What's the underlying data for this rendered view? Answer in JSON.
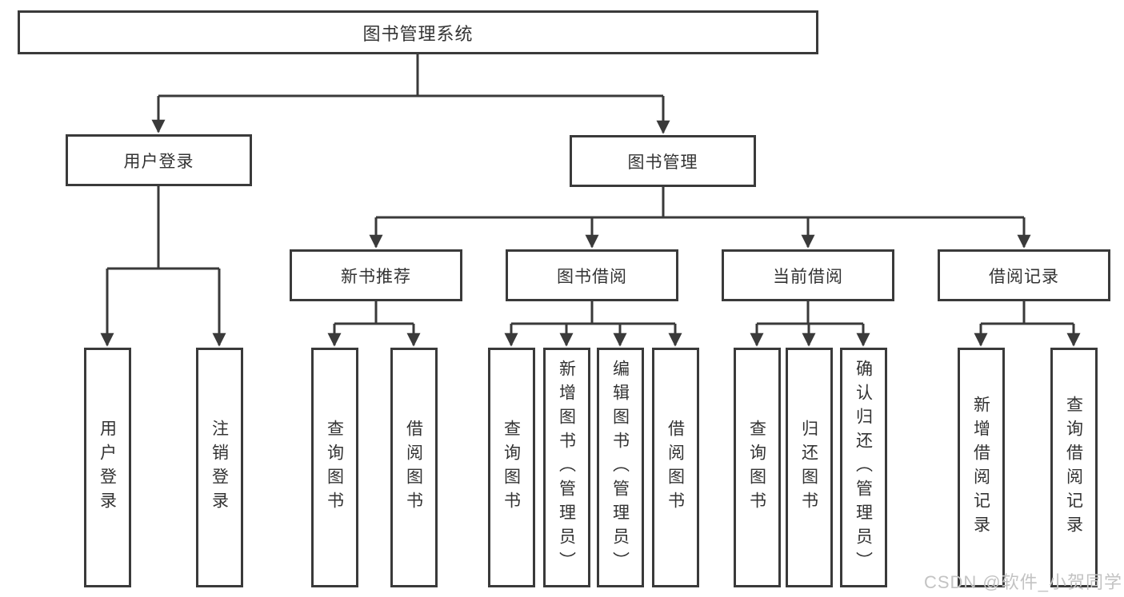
{
  "diagram": {
    "root": {
      "label": "图书管理系统",
      "children": [
        {
          "label": "用户登录",
          "children": [
            {
              "label": "用户登录"
            },
            {
              "label": "注销登录"
            }
          ]
        },
        {
          "label": "图书管理",
          "children": [
            {
              "label": "新书推荐",
              "children": [
                {
                  "label": "查询图书"
                },
                {
                  "label": "借阅图书"
                }
              ]
            },
            {
              "label": "图书借阅",
              "children": [
                {
                  "label": "查询图书"
                },
                {
                  "label": "新增图书（管理员）"
                },
                {
                  "label": "编辑图书（管理员）"
                },
                {
                  "label": "借阅图书"
                }
              ]
            },
            {
              "label": "当前借阅",
              "children": [
                {
                  "label": "查询图书"
                },
                {
                  "label": "归还图书"
                },
                {
                  "label": "确认归还（管理员）"
                }
              ]
            },
            {
              "label": "借阅记录",
              "children": [
                {
                  "label": "新增借阅记录"
                },
                {
                  "label": "查询借阅记录"
                }
              ]
            }
          ]
        }
      ]
    }
  },
  "watermark": "CSDN @软件_小贺同学",
  "colors": {
    "line": "#3a3a3a",
    "text": "#333333",
    "watermark": "#c3c3c3"
  }
}
